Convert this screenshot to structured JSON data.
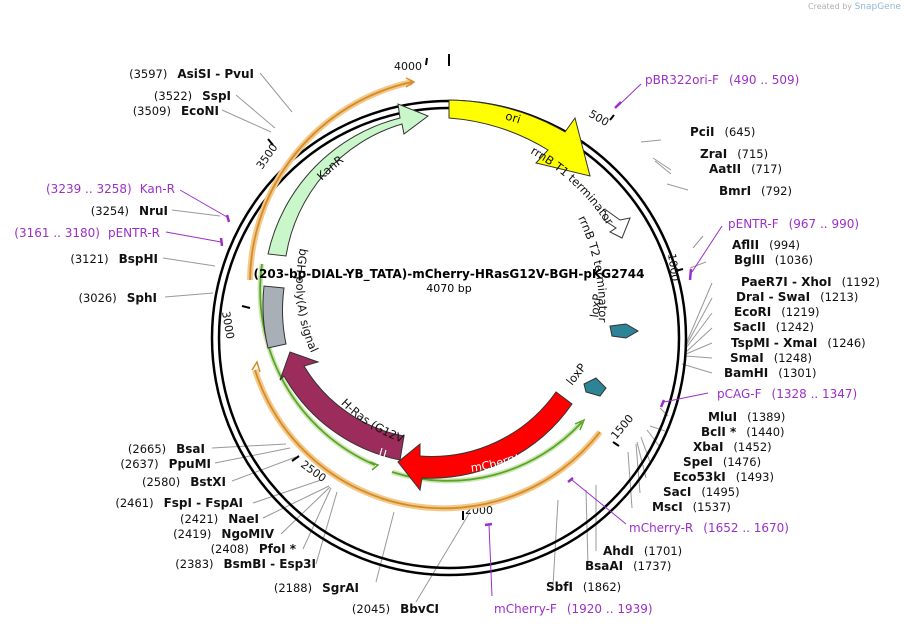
{
  "credit": {
    "prefix": "Created by",
    "brand": "SnapGene"
  },
  "plasmid": {
    "name": "(203-bp-DIAL-YB_TATA)-mCherry-HRasG12V-BGH-pKG2744",
    "size": "4070 bp"
  },
  "ticks": [
    "500",
    "1000",
    "1500",
    "2000",
    "2500",
    "3000",
    "3500",
    "4000"
  ],
  "features": {
    "ori": "ori",
    "rrnB_T1": "rrnB T1 terminator",
    "rrnB_T2": "rrnB T2 terminator",
    "loxP_1": "loxP",
    "loxP_2": "loxP",
    "mCherry": "mCherry",
    "HRas": "H-Ras (G12V)",
    "bGH": "bGH poly(A) signal",
    "KanR": "KanR"
  },
  "sites": [
    {
      "pos": "(645)",
      "name": "PciI"
    },
    {
      "pos": "(715)",
      "name": "ZraI"
    },
    {
      "pos": "(717)",
      "name": "AatII"
    },
    {
      "pos": "(792)",
      "name": "BmrI"
    },
    {
      "pos": "(994)",
      "name": "AflII"
    },
    {
      "pos": "(1036)",
      "name": "BglII"
    },
    {
      "pos": "(1192)",
      "name": "PaeR7I - XhoI"
    },
    {
      "pos": "(1213)",
      "name": "DraI - SwaI"
    },
    {
      "pos": "(1219)",
      "name": "EcoRI"
    },
    {
      "pos": "(1242)",
      "name": "SacII"
    },
    {
      "pos": "(1246)",
      "name": "TspMI - XmaI"
    },
    {
      "pos": "(1248)",
      "name": "SmaI"
    },
    {
      "pos": "(1301)",
      "name": "BamHI"
    },
    {
      "pos": "(1389)",
      "name": "MluI"
    },
    {
      "pos": "(1440)",
      "name": "BclI *"
    },
    {
      "pos": "(1452)",
      "name": "XbaI"
    },
    {
      "pos": "(1476)",
      "name": "SpeI"
    },
    {
      "pos": "(1493)",
      "name": "Eco53kI"
    },
    {
      "pos": "(1495)",
      "name": "SacI"
    },
    {
      "pos": "(1537)",
      "name": "MscI"
    },
    {
      "pos": "(1701)",
      "name": "AhdI"
    },
    {
      "pos": "(1737)",
      "name": "BsaAI"
    },
    {
      "pos": "(1862)",
      "name": "SbfI"
    },
    {
      "pos": "(2045)",
      "name": "BbvCI"
    },
    {
      "pos": "(2188)",
      "name": "SgrAI"
    },
    {
      "pos": "(2383)",
      "name": "BsmBI - Esp3I"
    },
    {
      "pos": "(2408)",
      "name": "PfoI *"
    },
    {
      "pos": "(2419)",
      "name": "NgoMIV"
    },
    {
      "pos": "(2421)",
      "name": "NaeI"
    },
    {
      "pos": "(2461)",
      "name": "FspI - FspAI"
    },
    {
      "pos": "(2580)",
      "name": "BstXI"
    },
    {
      "pos": "(2637)",
      "name": "PpuMI"
    },
    {
      "pos": "(2665)",
      "name": "BsaI"
    },
    {
      "pos": "(3026)",
      "name": "SphI"
    },
    {
      "pos": "(3121)",
      "name": "BspHI"
    },
    {
      "pos": "(3254)",
      "name": "NruI"
    },
    {
      "pos": "(3509)",
      "name": "EcoNI"
    },
    {
      "pos": "(3522)",
      "name": "SspI"
    },
    {
      "pos": "(3597)",
      "name": "AsiSI - PvuI"
    }
  ],
  "primers": [
    {
      "name": "pBR322ori-F",
      "range": "(490 .. 509)"
    },
    {
      "name": "pENTR-F",
      "range": "(967 .. 990)"
    },
    {
      "name": "pCAG-F",
      "range": "(1328 .. 1347)"
    },
    {
      "name": "mCherry-R",
      "range": "(1652 .. 1670)"
    },
    {
      "name": "mCherry-F",
      "range": "(1920 .. 1939)"
    },
    {
      "name": "pENTR-R",
      "range": "(3161 .. 3180)"
    },
    {
      "name": "Kan-R",
      "range": "(3239 .. 3258)"
    }
  ],
  "colors": {
    "ori": "#ffff00",
    "terminator": "#ffffff",
    "loxP": "#2e8497",
    "mCherry": "#ff0000",
    "HRas": "#9b2c5b",
    "bGH": "#a9afb6",
    "KanR": "#c9f7c9",
    "orf_orange": "#f0b060",
    "orf_green": "#6fb830",
    "primer": "#9b30c8"
  }
}
